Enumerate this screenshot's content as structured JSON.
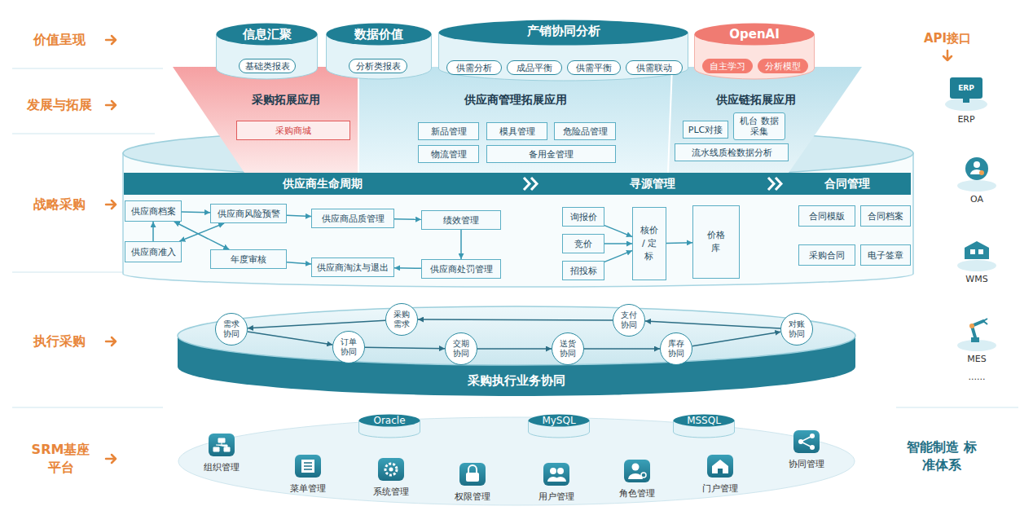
{
  "diagram": {
    "nodes": [
      {
        "text": [
          "信息汇聚"
        ]
      },
      {
        "text": [
          "基础类报表"
        ],
        "in": 0
      },
      {
        "text": [
          "数据价值"
        ]
      },
      {
        "text": [
          "分析类报表"
        ],
        "in": 2
      },
      {
        "text": [
          "产销协同分析"
        ]
      },
      {
        "text": [
          "供需分析"
        ],
        "in": 4
      },
      {
        "text": [
          "成品平衡"
        ],
        "in": 4
      },
      {
        "text": [
          "供需平衡"
        ],
        "in": 4
      },
      {
        "text": [
          "供需联动"
        ],
        "in": 4
      },
      {
        "text": [
          "OpenAI"
        ]
      },
      {
        "text": [
          "自主学习"
        ],
        "in": 9
      },
      {
        "text": [
          "分析模型"
        ],
        "in": 9
      },
      {
        "text": [
          "采购拓展应用"
        ]
      },
      {
        "text": [
          "采购商城"
        ],
        "in": 12
      },
      {
        "text": [
          "供应商管理拓展应用"
        ]
      },
      {
        "text": [
          "新品管理"
        ],
        "in": 14
      },
      {
        "text": [
          "模具管理"
        ],
        "in": 14
      },
      {
        "text": [
          "危险品管理"
        ],
        "in": 14
      },
      {
        "text": [
          "物流管理"
        ],
        "in": 14
      },
      {
        "text": [
          "备用金管理"
        ],
        "in": 14
      },
      {
        "text": [
          "供应链拓展应用"
        ]
      },
      {
        "text": [
          "PLC对接"
        ],
        "in": 20
      },
      {
        "text": [
          "机台 数据采集"
        ],
        "in": 20
      },
      {
        "text": [
          "流水线质检数据分析"
        ],
        "in": 20
      },
      {
        "text": [
          "供应商生命周期"
        ]
      },
      {
        "text": [
          "寻源管理"
        ]
      },
      {
        "text": [
          "合同管理"
        ]
      },
      {
        "text": [
          "供应商档案"
        ]
      },
      {
        "text": [
          "供应商风险预警"
        ]
      },
      {
        "text": [
          "供应商品质管理"
        ]
      },
      {
        "text": [
          "绩效管理"
        ]
      },
      {
        "text": [
          "供应商准入"
        ]
      },
      {
        "text": [
          "年度审核"
        ]
      },
      {
        "text": [
          "供应商淘汰与退出"
        ]
      },
      {
        "text": [
          "供应商处罚管理"
        ]
      },
      {
        "text": [
          "询报价"
        ]
      },
      {
        "text": [
          "竞价"
        ]
      },
      {
        "text": [
          "招投标"
        ]
      },
      {
        "text": [
          "核价 / 定标"
        ]
      },
      {
        "text": [
          "价格库"
        ]
      },
      {
        "text": [
          "合同模版"
        ]
      },
      {
        "text": [
          "合同档案"
        ]
      },
      {
        "text": [
          "采购合同"
        ]
      },
      {
        "text": [
          "电子签章"
        ]
      },
      {
        "text": [
          "采购执行业务协同"
        ]
      },
      {
        "text": [
          "需求协同"
        ],
        "in": 44
      },
      {
        "text": [
          "采购需求"
        ],
        "in": 44
      },
      {
        "text": [
          "订单协同"
        ],
        "in": 44
      },
      {
        "text": [
          "交期协同"
        ],
        "in": 44
      },
      {
        "text": [
          "送货协同"
        ],
        "in": 44
      },
      {
        "text": [
          "支付协同"
        ],
        "in": 44
      },
      {
        "text": [
          "库存协同"
        ],
        "in": 44
      },
      {
        "text": [
          "对账协同"
        ],
        "in": 44
      },
      {
        "text": [
          "Oracle"
        ]
      },
      {
        "text": [
          "MySQL"
        ]
      },
      {
        "text": [
          "MSSQL"
        ]
      }
    ],
    "edges": [
      {
        "from": 27,
        "to": 28,
        "arrow": "to"
      },
      {
        "from": 31,
        "to": 27,
        "arrow": "to"
      },
      {
        "from": 27,
        "to": 32,
        "arrow": "both"
      },
      {
        "from": 31,
        "to": 28,
        "arrow": "both"
      },
      {
        "from": 28,
        "to": 29,
        "arrow": "to"
      },
      {
        "from": 29,
        "to": 30,
        "arrow": "to"
      },
      {
        "from": 30,
        "to": 34,
        "arrow": "to"
      },
      {
        "from": 34,
        "to": 33,
        "arrow": "to"
      },
      {
        "from": 32,
        "to": 33,
        "arrow": "to"
      },
      {
        "from": 35,
        "to": 38,
        "arrow": "to"
      },
      {
        "from": 36,
        "to": 38,
        "arrow": "to"
      },
      {
        "from": 37,
        "to": 38,
        "arrow": "to"
      },
      {
        "from": 38,
        "to": 39,
        "arrow": "to"
      },
      {
        "from": 45,
        "to": 47,
        "arrow": "to"
      },
      {
        "from": 47,
        "to": 48,
        "arrow": "to"
      },
      {
        "from": 48,
        "to": 49,
        "arrow": "to"
      },
      {
        "from": 49,
        "to": 51,
        "arrow": "to"
      },
      {
        "from": 51,
        "to": 52,
        "arrow": "to"
      },
      {
        "from": 52,
        "to": 50,
        "arrow": "to"
      },
      {
        "from": 50,
        "to": 46,
        "arrow": "to"
      },
      {
        "from": 46,
        "to": 45,
        "arrow": "to"
      }
    ],
    "labels": [
      "价值呈现",
      "发展与拓展",
      "战略采购",
      "执行采购",
      "SRM基座 平台",
      "API接口",
      "ERP",
      "ERP",
      "OA",
      "WMS",
      "MES",
      "......",
      "组织管理",
      "菜单管理",
      "系统管理",
      "权限管理",
      "用户管理",
      "角色管理",
      "门户管理",
      "协同管理",
      "智能制造 标准体系"
    ]
  }
}
